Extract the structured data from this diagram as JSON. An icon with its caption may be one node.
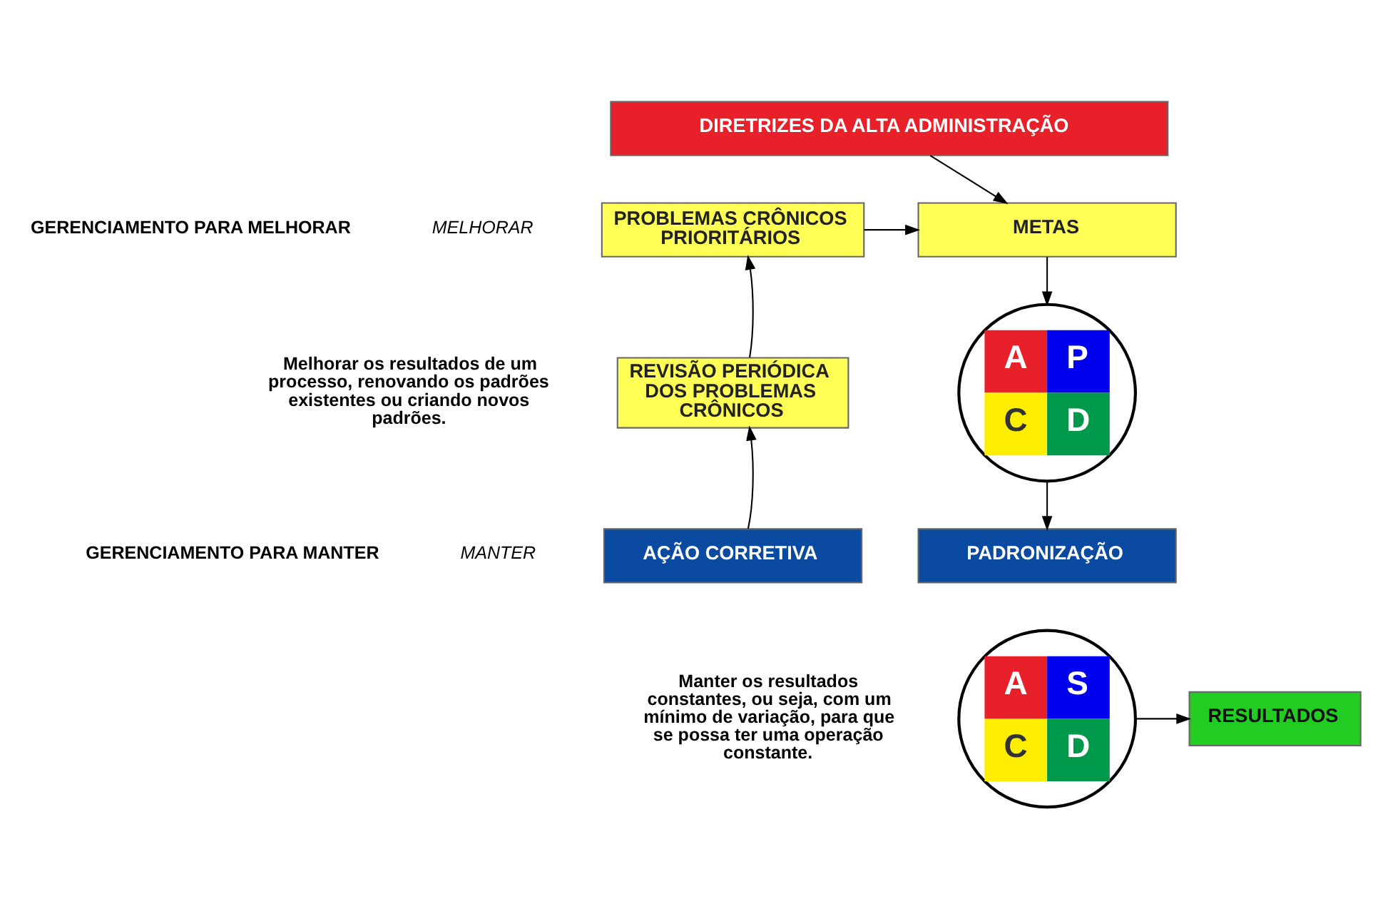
{
  "diagram": {
    "nodes": [
      {
        "text": [
          "DIRETRIZES DA ALTA ADMINISTRAÇÃO"
        ]
      },
      {
        "text": [
          "PROBLEMAS CRÔNICOS PRIORITÁRIOS"
        ]
      },
      {
        "text": [
          "METAS"
        ]
      },
      {
        "text": [
          "REVISÃO PERIÓDICA DOS PROBLEMAS CRÔNICOS"
        ]
      },
      {
        "text": [
          "A",
          "P",
          "C",
          "D"
        ]
      },
      {
        "text": [
          "AÇÃO CORRETIVA"
        ]
      },
      {
        "text": [
          "PADRONIZAÇÃO"
        ]
      },
      {
        "text": [
          "A",
          "S",
          "C",
          "D"
        ]
      },
      {
        "text": [
          "RESULTADOS"
        ]
      }
    ],
    "edges": [
      {
        "from": 0,
        "to": 2,
        "arrow": "to"
      },
      {
        "from": 1,
        "to": 2,
        "arrow": "to"
      },
      {
        "from": 3,
        "to": 1,
        "arrow": "to"
      },
      {
        "from": 2,
        "to": 4,
        "arrow": "to"
      },
      {
        "from": 5,
        "to": 3,
        "arrow": "to"
      },
      {
        "from": 4,
        "to": 6,
        "arrow": "to"
      },
      {
        "from": 7,
        "to": 8,
        "arrow": "to"
      }
    ],
    "labels": [
      "GERENCIAMENTO PARA MELHORAR",
      "Melhorar os resultados de um processo, renovando os padrões existentes ou criando novos padrões.",
      "MELHORAR",
      "GERENCIAMENTO PARA MANTER",
      "Manter os resultados constantes, ou seja, com um mínimo de variação, para que se possa ter uma operação constante.",
      "MANTER"
    ]
  }
}
